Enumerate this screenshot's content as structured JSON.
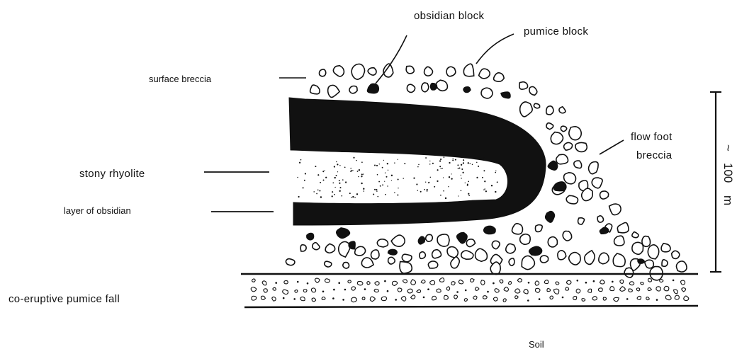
{
  "labels": {
    "obsidian_block": "obsidian block",
    "pumice_block": "pumice block",
    "surface_breccia": "surface breccia",
    "stony_rhyolite": "stony rhyolite",
    "layer_of_obsidian": "layer of obsidian",
    "flow_foot_line1": "flow foot",
    "flow_foot_line2": "breccia",
    "scale_approx": "~",
    "scale_value": "100",
    "scale_unit": "m",
    "co_eruptive": "co-eruptive pumice fall",
    "soil": "Soil"
  },
  "colors": {
    "ink": "#111111",
    "background": "#ffffff"
  }
}
